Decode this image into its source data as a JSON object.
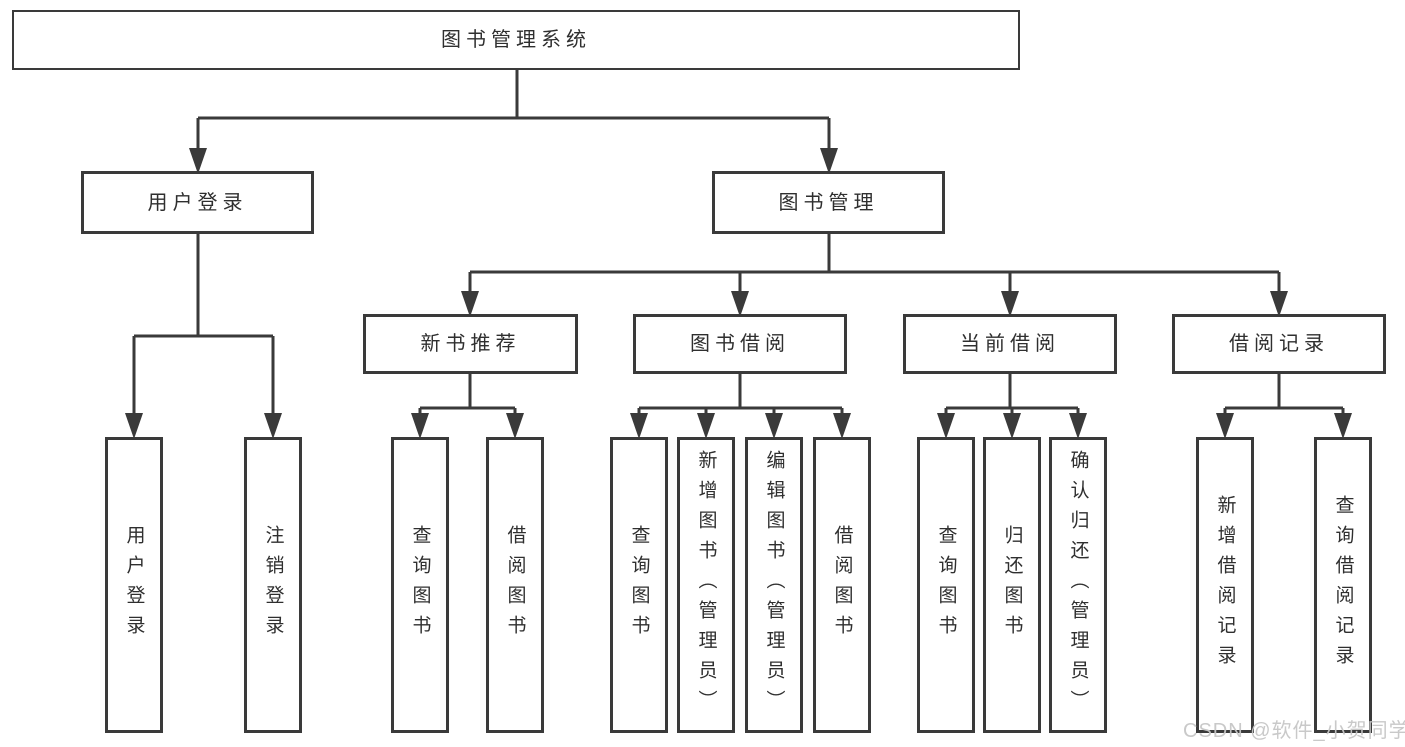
{
  "nodes": {
    "root": "图书管理系统",
    "user_login": "用户登录",
    "book_management": "图书管理",
    "new_book_recommend": "新书推荐",
    "book_borrow": "图书借阅",
    "current_borrow": "当前借阅",
    "borrow_records": "借阅记录",
    "leaf_user_login": "用户登录",
    "leaf_logout": "注销登录",
    "leaf_query_book_a": "查询图书",
    "leaf_borrow_book_a": "借阅图书",
    "leaf_query_book_b": "查询图书",
    "leaf_add_book_admin": "新增图书（管理员）",
    "leaf_edit_book_admin": "编辑图书（管理员）",
    "leaf_borrow_book_b": "借阅图书",
    "leaf_query_book_c": "查询图书",
    "leaf_return_book": "归还图书",
    "leaf_confirm_return_admin": "确认归还（管理员）",
    "leaf_add_borrow_record": "新增借阅记录",
    "leaf_query_borrow_record": "查询借阅记录"
  },
  "edges": [
    [
      "root",
      "user_login"
    ],
    [
      "root",
      "book_management"
    ],
    [
      "user_login",
      "leaf_user_login"
    ],
    [
      "user_login",
      "leaf_logout"
    ],
    [
      "book_management",
      "new_book_recommend"
    ],
    [
      "book_management",
      "book_borrow"
    ],
    [
      "book_management",
      "current_borrow"
    ],
    [
      "book_management",
      "borrow_records"
    ],
    [
      "new_book_recommend",
      "leaf_query_book_a"
    ],
    [
      "new_book_recommend",
      "leaf_borrow_book_a"
    ],
    [
      "book_borrow",
      "leaf_query_book_b"
    ],
    [
      "book_borrow",
      "leaf_add_book_admin"
    ],
    [
      "book_borrow",
      "leaf_edit_book_admin"
    ],
    [
      "book_borrow",
      "leaf_borrow_book_b"
    ],
    [
      "current_borrow",
      "leaf_query_book_c"
    ],
    [
      "current_borrow",
      "leaf_return_book"
    ],
    [
      "current_borrow",
      "leaf_confirm_return_admin"
    ],
    [
      "borrow_records",
      "leaf_add_borrow_record"
    ],
    [
      "borrow_records",
      "leaf_query_borrow_record"
    ]
  ],
  "watermark": "CSDN @软件_小贺同学",
  "colors": {
    "line": "#3a3a3a",
    "text": "#2f2f2f",
    "watermark": "#c6c6c6",
    "background": "#ffffff"
  }
}
